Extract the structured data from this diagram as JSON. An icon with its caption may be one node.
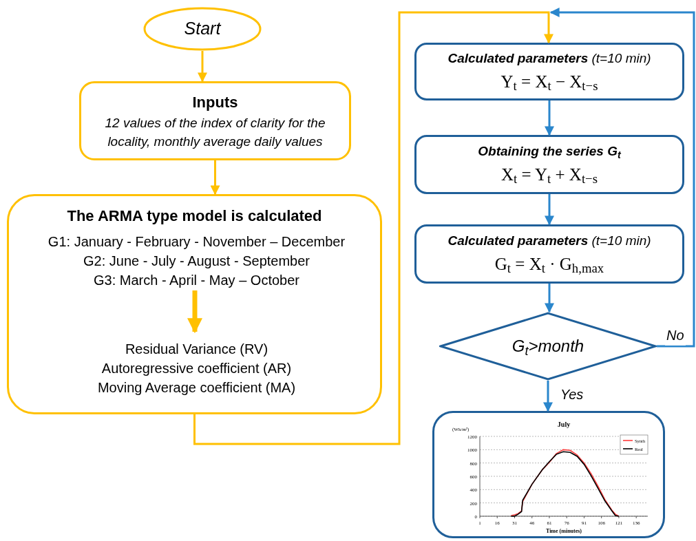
{
  "diagram": {
    "nodes": [
      {
        "text": [
          "Start"
        ]
      },
      {
        "text": [
          "Inputs",
          "12 values of the index of clarity for the locality, monthly average daily values"
        ]
      },
      {
        "text": [
          "The ARMA type model is calculated"
        ]
      },
      {
        "text": [
          "G1: January - February - November – December",
          "G2: June - July - August - September",
          "G3: March - April - May – October"
        ],
        "in": 2
      },
      {
        "text": [
          "Residual Variance (RV)",
          "Autoregressive coefficient (AR)",
          "Moving Average coefficient (MA)"
        ],
        "in": 2
      },
      {
        "text": [
          "**Calculated parameters** (t=10 min)",
          "Y$_{t}$ = X$_{t}$ − X$_{t−s}$"
        ]
      },
      {
        "text": [
          "Obtaining the series G$_{t}$",
          "X$_{t}$ = Y$_{t}$ + X$_{t−s}$"
        ]
      },
      {
        "text": [
          "**Calculated parameters** (t=10 min)",
          "G$_{t}$ = X$_{t}$ · G$_{h,max}$"
        ]
      },
      {
        "text": [
          "G$_{t}$>month"
        ]
      },
      {
        "text": [],
        "shape": "box"
      }
    ],
    "edges": [
      {
        "from": 0,
        "to": 1,
        "arrow": "to",
        "color": "#ffc000"
      },
      {
        "from": 1,
        "to": 2,
        "arrow": "to",
        "color": "#ffc000"
      },
      {
        "from": 3,
        "to": 4,
        "arrow": "to",
        "style": "thick",
        "color": "#ffc000"
      },
      {
        "from": 2,
        "to": 5,
        "arrow": "to",
        "color": "#ffc000"
      },
      {
        "from": 5,
        "to": 6,
        "arrow": "to"
      },
      {
        "from": 6,
        "to": 7,
        "arrow": "to"
      },
      {
        "from": 7,
        "to": 8,
        "arrow": "to"
      },
      {
        "from": 8,
        "to": 9,
        "arrow": "to",
        "label": "Yes"
      },
      {
        "from": 8,
        "to": 5,
        "arrow": "to",
        "label": "No"
      }
    ],
    "chart_data": {
      "type": "line",
      "title": "July",
      "xlabel": "Time (minutes)",
      "ylabel": "(Wh/m²)",
      "x": [
        28,
        31,
        34,
        37,
        38,
        46,
        55,
        61,
        67,
        73,
        79,
        85,
        91,
        97,
        103,
        109,
        115,
        118,
        121
      ],
      "series": [
        {
          "name": "Synth",
          "color": "#ff3b3b",
          "values": [
            10,
            20,
            40,
            80,
            220,
            480,
            700,
            810,
            940,
            1000,
            990,
            920,
            800,
            640,
            450,
            250,
            90,
            30,
            0
          ]
        },
        {
          "name": "Real",
          "color": "#000000",
          "values": [
            0,
            0,
            30,
            70,
            240,
            480,
            700,
            820,
            930,
            970,
            960,
            900,
            780,
            610,
            420,
            230,
            80,
            10,
            0
          ]
        }
      ],
      "grid": true,
      "legend": true,
      "xlim": [
        1,
        146
      ],
      "ylim": [
        0,
        1200
      ],
      "xticks": [
        1,
        16,
        31,
        46,
        61,
        76,
        91,
        106,
        121,
        136
      ],
      "yticks": [
        0,
        200,
        400,
        600,
        800,
        1000,
        1200
      ]
    }
  }
}
